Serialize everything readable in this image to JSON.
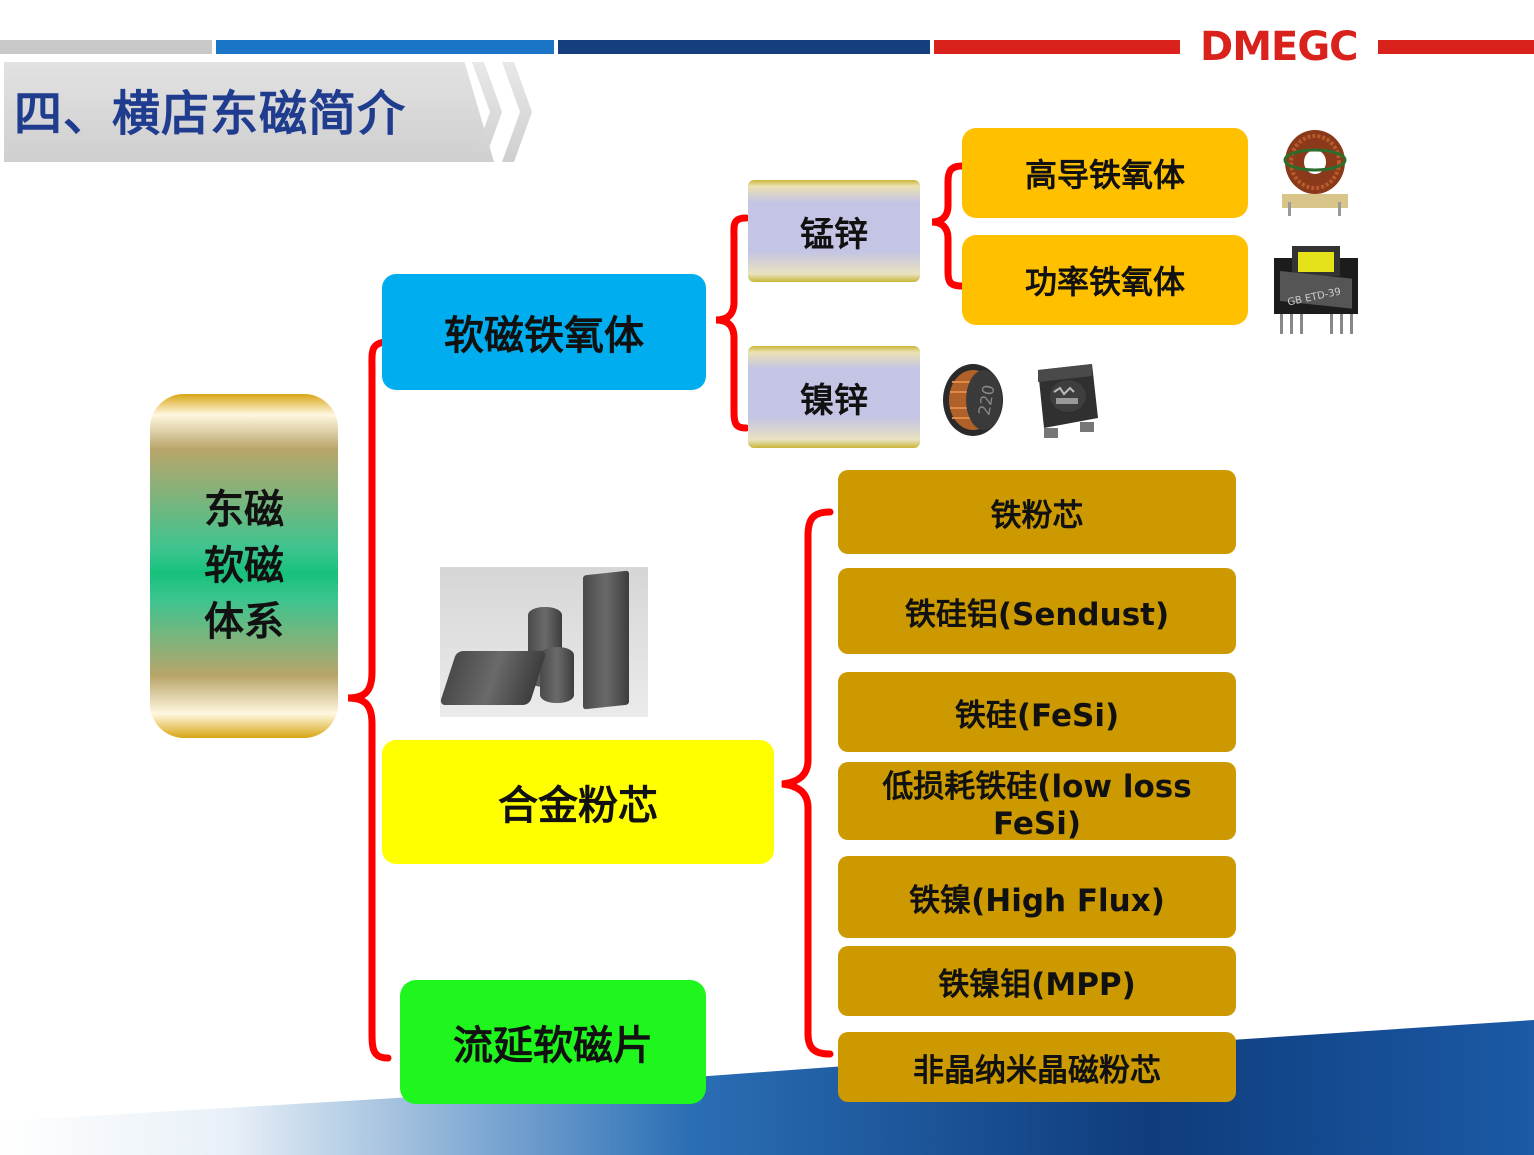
{
  "header": {
    "logo_text": "DMEGC",
    "page_title": "四、横店东磁简介"
  },
  "diagram": {
    "root": {
      "lines": [
        "东磁",
        "软磁",
        "体系"
      ]
    },
    "branches": [
      {
        "label": "软磁铁氧体",
        "color": "#00aeef",
        "children": [
          {
            "label": "锰锌",
            "children": [
              "高导铁氧体",
              "功率铁氧体"
            ]
          },
          {
            "label": "镍锌"
          }
        ]
      },
      {
        "label": "合金粉芯",
        "color": "#ffff00",
        "children": [
          "铁粉芯",
          "铁硅铝(Sendust)",
          "铁硅(FeSi)",
          "低损耗铁硅(low loss FeSi)",
          "铁镍(High Flux)",
          "铁镍钼(MPP)",
          "非晶纳米晶磁粉芯"
        ]
      },
      {
        "label": "流延软磁片",
        "color": "#1ef61e"
      }
    ],
    "connector_color": "#ff0000"
  },
  "images": {
    "ni_zn_inductor_marking": "220"
  },
  "colors": {
    "stripe_red": "#d9221c",
    "stripe_blue": "#1a75c7",
    "stripe_navy": "#143e7c",
    "title_blue": "#1f3c8f",
    "gold_box": "#cc9a00",
    "orange_box": "#ffc000"
  }
}
